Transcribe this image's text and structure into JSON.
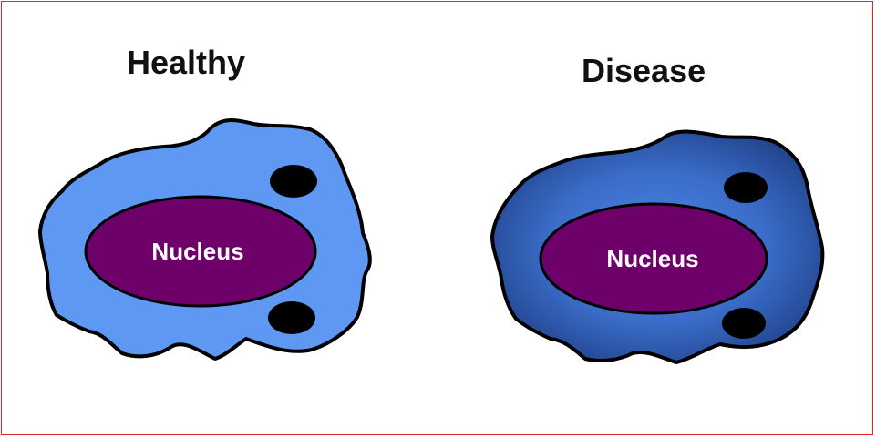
{
  "healthy": {
    "title": "Healthy",
    "nucleus_label": "Nucleus",
    "cytoplasm_color": "#5e98f2",
    "nucleus_color": "#6d0069"
  },
  "disease": {
    "title": "Disease",
    "nucleus_label": "Nucleus",
    "cytoplasm_color_light": "#4f86e6",
    "cytoplasm_color_dark": "#1f3f86",
    "nucleus_color": "#6d0069"
  },
  "colors": {
    "frame": "#e0262b",
    "outline": "#000000",
    "granule": "#000000"
  }
}
